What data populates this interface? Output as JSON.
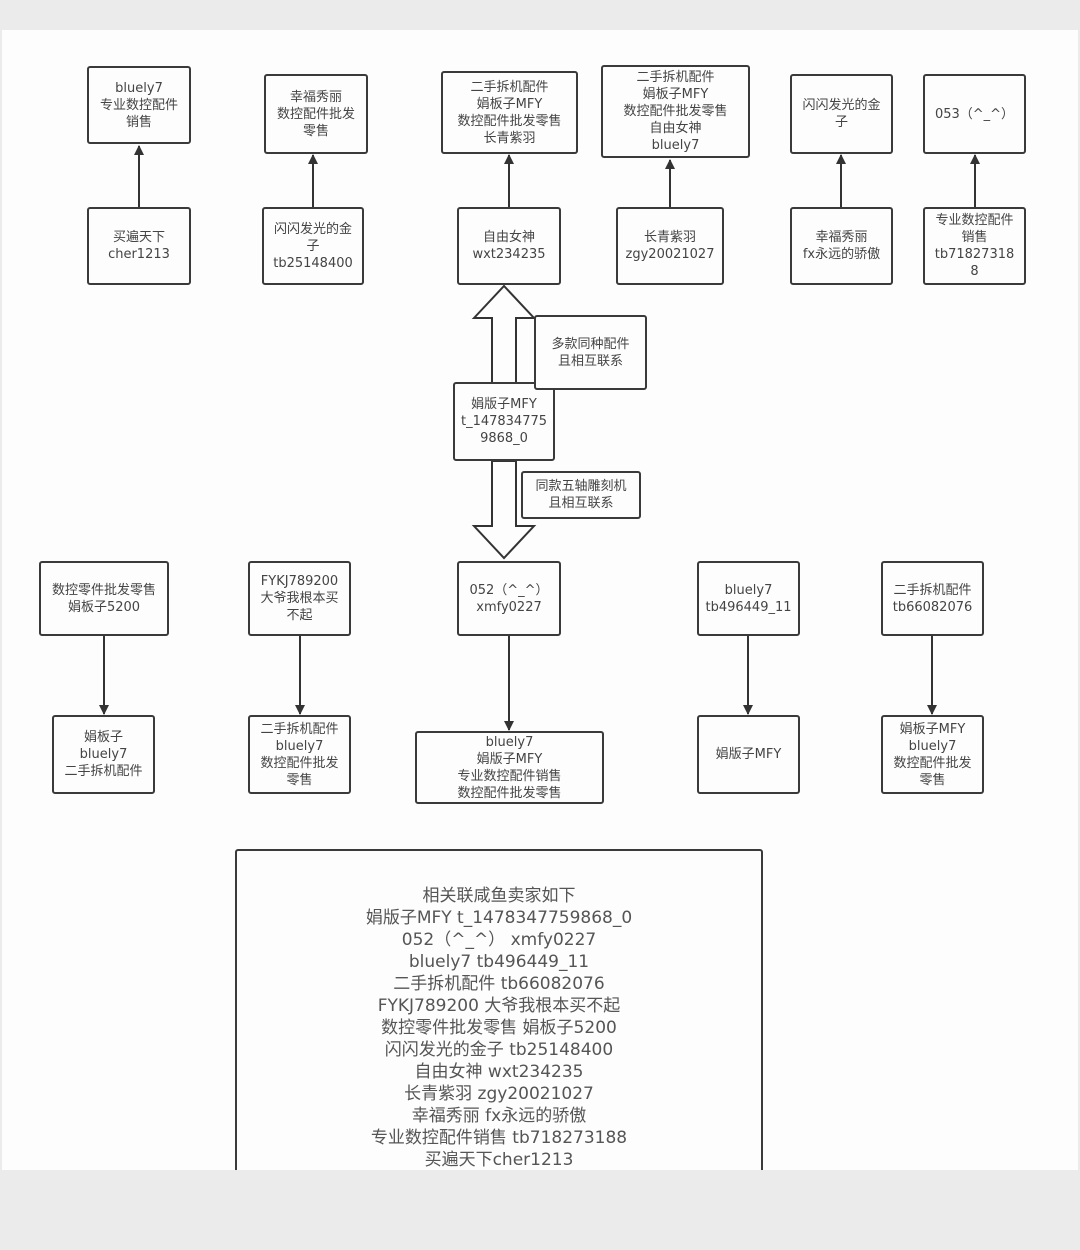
{
  "diagram": {
    "top_row": [
      {
        "id": "t1",
        "lines": [
          "bluely7",
          "专业数控配件",
          "销售"
        ]
      },
      {
        "id": "t2",
        "lines": [
          "幸福秀丽",
          "数控配件批发",
          "零售"
        ]
      },
      {
        "id": "t3",
        "lines": [
          "二手拆机配件",
          "娟板子MFY",
          "数控配件批发零售",
          "长青紫羽"
        ]
      },
      {
        "id": "t4",
        "lines": [
          "二手拆机配件",
          "娟板子MFY",
          "数控配件批发零售",
          "自由女神",
          "bluely7"
        ]
      },
      {
        "id": "t5",
        "lines": [
          "闪闪发光的金",
          "子"
        ]
      },
      {
        "id": "t6",
        "lines": [
          "053（^_^）"
        ]
      }
    ],
    "second_row": [
      {
        "id": "s1",
        "lines": [
          "买遍天下",
          "cher1213"
        ]
      },
      {
        "id": "s2",
        "lines": [
          "闪闪发光的金",
          "子",
          "tb25148400"
        ]
      },
      {
        "id": "s3",
        "lines": [
          "自由女神",
          "wxt234235"
        ]
      },
      {
        "id": "s4",
        "lines": [
          "长青紫羽",
          "zgy20021027"
        ]
      },
      {
        "id": "s5",
        "lines": [
          "幸福秀丽",
          "fx永远的骄傲"
        ]
      },
      {
        "id": "s6",
        "lines": [
          "专业数控配件",
          "销售",
          "tb71827318",
          "8"
        ]
      }
    ],
    "center": {
      "id": "c1",
      "lines": [
        "娟版子MFY",
        "t_147834775",
        "9868_0"
      ]
    },
    "label_up": {
      "id": "lu",
      "lines": [
        "多款同种配件",
        "且相互联系"
      ]
    },
    "label_down": {
      "id": "ld",
      "lines": [
        "同款五轴雕刻机",
        "且相互联系"
      ]
    },
    "third_row": [
      {
        "id": "r1",
        "lines": [
          "数控零件批发零售",
          "娟板子5200"
        ]
      },
      {
        "id": "r2",
        "lines": [
          "FYKJ789200",
          "大爷我根本买",
          "不起"
        ]
      },
      {
        "id": "r3",
        "lines": [
          "052（^_^）",
          "xmfy0227"
        ]
      },
      {
        "id": "r4",
        "lines": [
          "bluely7",
          "tb496449_11"
        ]
      },
      {
        "id": "r5",
        "lines": [
          "二手拆机配件",
          "tb66082076"
        ]
      }
    ],
    "bottom_row": [
      {
        "id": "b1",
        "lines": [
          "娟板子",
          "bluely7",
          "二手拆机配件"
        ]
      },
      {
        "id": "b2",
        "lines": [
          "二手拆机配件",
          "bluely7",
          "数控配件批发",
          "零售"
        ]
      },
      {
        "id": "b3",
        "lines": [
          "bluely7",
          "娟版子MFY",
          "专业数控配件销售",
          "数控配件批发零售"
        ]
      },
      {
        "id": "b4",
        "lines": [
          "娟版子MFY"
        ]
      },
      {
        "id": "b5",
        "lines": [
          "娟板子MFY",
          "bluely7",
          "数控配件批发",
          "零售"
        ]
      }
    ]
  },
  "note": {
    "lines": [
      "相关联咸鱼卖家如下",
      "娟版子MFY  t_1478347759868_0",
      "052（^_^） xmfy0227",
      "bluely7    tb496449_11",
      "二手拆机配件   tb66082076",
      "FYKJ789200 大爷我根本买不起",
      "数控零件批发零售 娟板子5200",
      "闪闪发光的金子 tb25148400",
      "自由女神 wxt234235",
      "长青紫羽 zgy20021027",
      "幸福秀丽  fx永远的骄傲",
      "专业数控配件销售 tb718273188",
      "买遍天下cher1213"
    ]
  }
}
